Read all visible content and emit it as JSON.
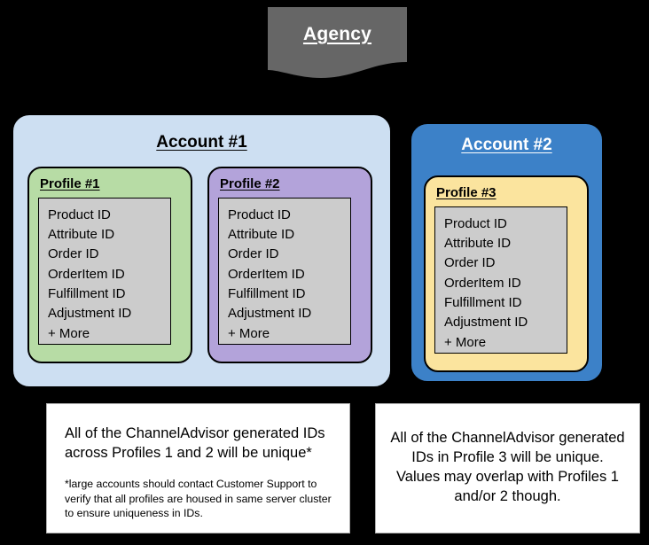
{
  "banner": {
    "label": "Agency",
    "fill": "#666666",
    "text_color": "#ffffff"
  },
  "accounts": [
    {
      "title": "Account #1",
      "fill": "#cddff2",
      "title_color": "#000000",
      "profiles": [
        {
          "title": "Profile #1",
          "fill": "#b7dca5",
          "ids": [
            "Product ID",
            "Attribute ID",
            "Order ID",
            "OrderItem ID",
            "Fulfillment ID",
            "Adjustment ID",
            "+ More"
          ]
        },
        {
          "title": "Profile #2",
          "fill": "#b3a3da",
          "ids": [
            "Product ID",
            "Attribute ID",
            "Order ID",
            "OrderItem ID",
            "Fulfillment ID",
            "Adjustment ID",
            "+ More"
          ]
        }
      ]
    },
    {
      "title": "Account #2",
      "fill": "#3c81c8",
      "title_color": "#ffffff",
      "profiles": [
        {
          "title": "Profile #3",
          "fill": "#fbe49e",
          "ids": [
            "Product ID",
            "Attribute ID",
            "Order ID",
            "OrderItem ID",
            "Fulfillment ID",
            "Adjustment ID",
            "+ More"
          ]
        }
      ]
    }
  ],
  "notes": {
    "left": {
      "main": "All of the ChannelAdvisor generated IDs across Profiles 1 and 2 will be unique*",
      "sub": "*large accounts should contact Customer Support to verify that all profiles are housed in same server cluster to ensure uniqueness in IDs."
    },
    "right": {
      "main": "All of the ChannelAdvisor generated IDs in Profile 3 will be unique. Values may overlap with Profiles 1 and/or 2 though."
    }
  },
  "colors": {
    "background": "#000000",
    "id_box_fill": "#cccccc",
    "outline": "#000000",
    "note_fill": "#ffffff"
  }
}
